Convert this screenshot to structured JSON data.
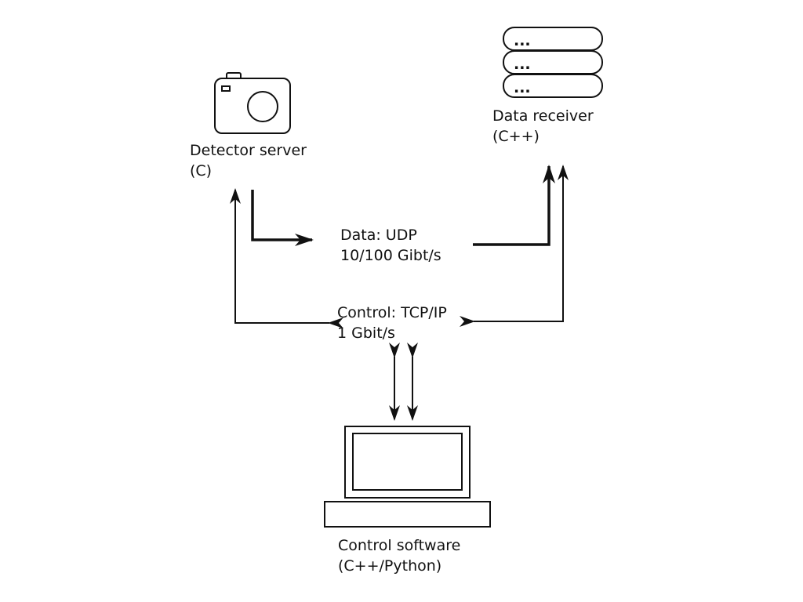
{
  "nodes": {
    "detector": {
      "line1": "Detector server",
      "line2": "(C)",
      "icon": "camera-icon"
    },
    "receiver": {
      "line1": "Data receiver",
      "line2": "(C++)",
      "icon": "server-stack-icon",
      "rack_label": "..."
    },
    "control_software": {
      "line1": "Control software",
      "line2": "(C++/Python)",
      "icon": "laptop-icon"
    }
  },
  "links": {
    "data": {
      "line1": "Data: UDP",
      "line2": "10/100 Gibt/s"
    },
    "control": {
      "line1": "Control: TCP/IP",
      "line2": "1 Gbit/s"
    }
  },
  "colors": {
    "stroke": "#111111",
    "background": "#ffffff"
  }
}
